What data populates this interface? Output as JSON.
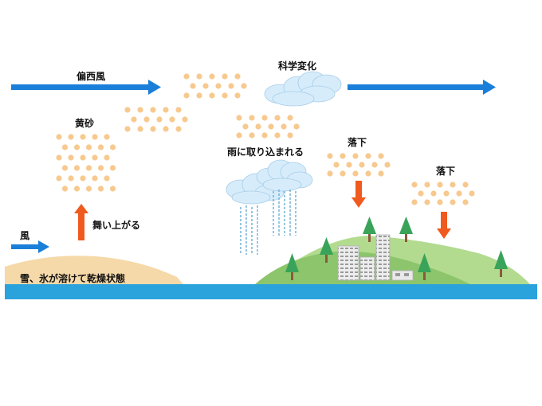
{
  "labels": {
    "westerlies": "偏西風",
    "yellow_sand": "黄砂",
    "chemical_change": "科学変化",
    "rain_capture": "雨に取り込まれる",
    "fall_1": "落下",
    "fall_2": "落下",
    "wind": "風",
    "rise": "舞い上がる",
    "dry_ground": "雪、氷が溶けて乾燥状態"
  },
  "colors": {
    "wind_arrow": "#1a7fd9",
    "motion_arrow": "#f05a1e",
    "dust": "#f7c98f",
    "sand": "#f5d9a8",
    "hill_light": "#b2db8f",
    "hill_dark": "#8cc56c",
    "sea": "#2aa2dc",
    "cloud": "#d7ecfb",
    "rain": "#6aaed4",
    "tree": "#3aa35a",
    "trunk": "#8a5a3c",
    "building": "#e4e4e4"
  }
}
